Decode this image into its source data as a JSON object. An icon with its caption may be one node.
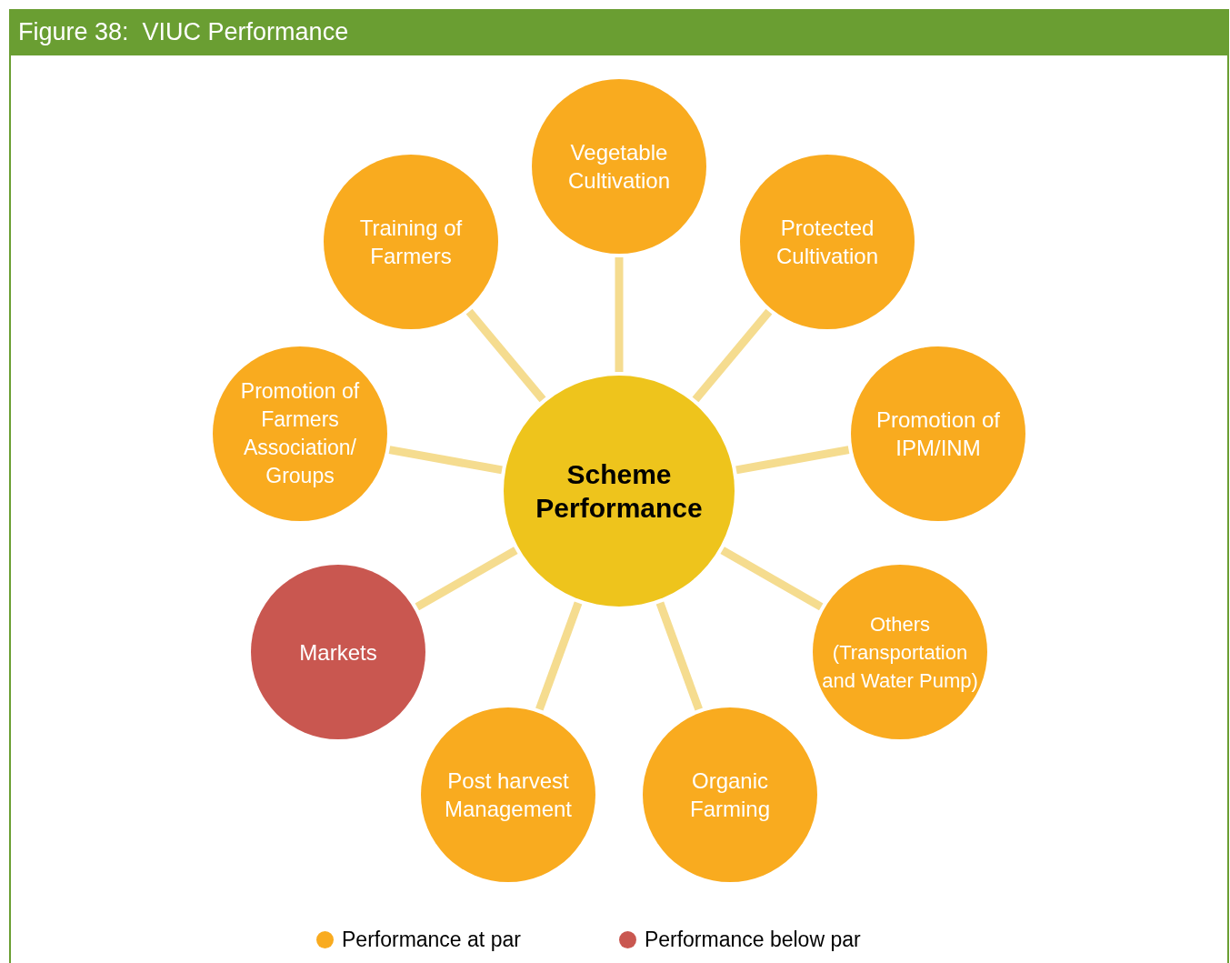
{
  "diagram": {
    "title": "Figure 38:  VIUC Performance",
    "nodes": [
      {
        "text": [
          "Scheme Performance"
        ]
      },
      {
        "text": [
          "Training of Farmers"
        ]
      },
      {
        "text": [
          "Vegetable Cultivation"
        ]
      },
      {
        "text": [
          "Protected Cultivation"
        ]
      },
      {
        "text": [
          "Promotion of Farmers Association/ Groups"
        ]
      },
      {
        "text": [
          "Promotion of IPM/INM"
        ]
      },
      {
        "text": [
          "Markets"
        ]
      },
      {
        "text": [
          "Others (Transportation and Water Pump)"
        ]
      },
      {
        "text": [
          "Post harvest Management"
        ]
      },
      {
        "text": [
          "Organic Farming"
        ]
      }
    ],
    "edges": [
      {
        "from": 0,
        "to": 1,
        "arrow": "none"
      },
      {
        "from": 0,
        "to": 2,
        "arrow": "none"
      },
      {
        "from": 0,
        "to": 3,
        "arrow": "none"
      },
      {
        "from": 0,
        "to": 4,
        "arrow": "none"
      },
      {
        "from": 0,
        "to": 5,
        "arrow": "none"
      },
      {
        "from": 0,
        "to": 6,
        "arrow": "none"
      },
      {
        "from": 0,
        "to": 7,
        "arrow": "none"
      },
      {
        "from": 0,
        "to": 8,
        "arrow": "none"
      },
      {
        "from": 0,
        "to": 9,
        "arrow": "none"
      }
    ],
    "legend": [
      {
        "text": "Performance at par",
        "color": "#f9ab1f"
      },
      {
        "text": "Performance below par",
        "color": "#c95750"
      }
    ]
  }
}
